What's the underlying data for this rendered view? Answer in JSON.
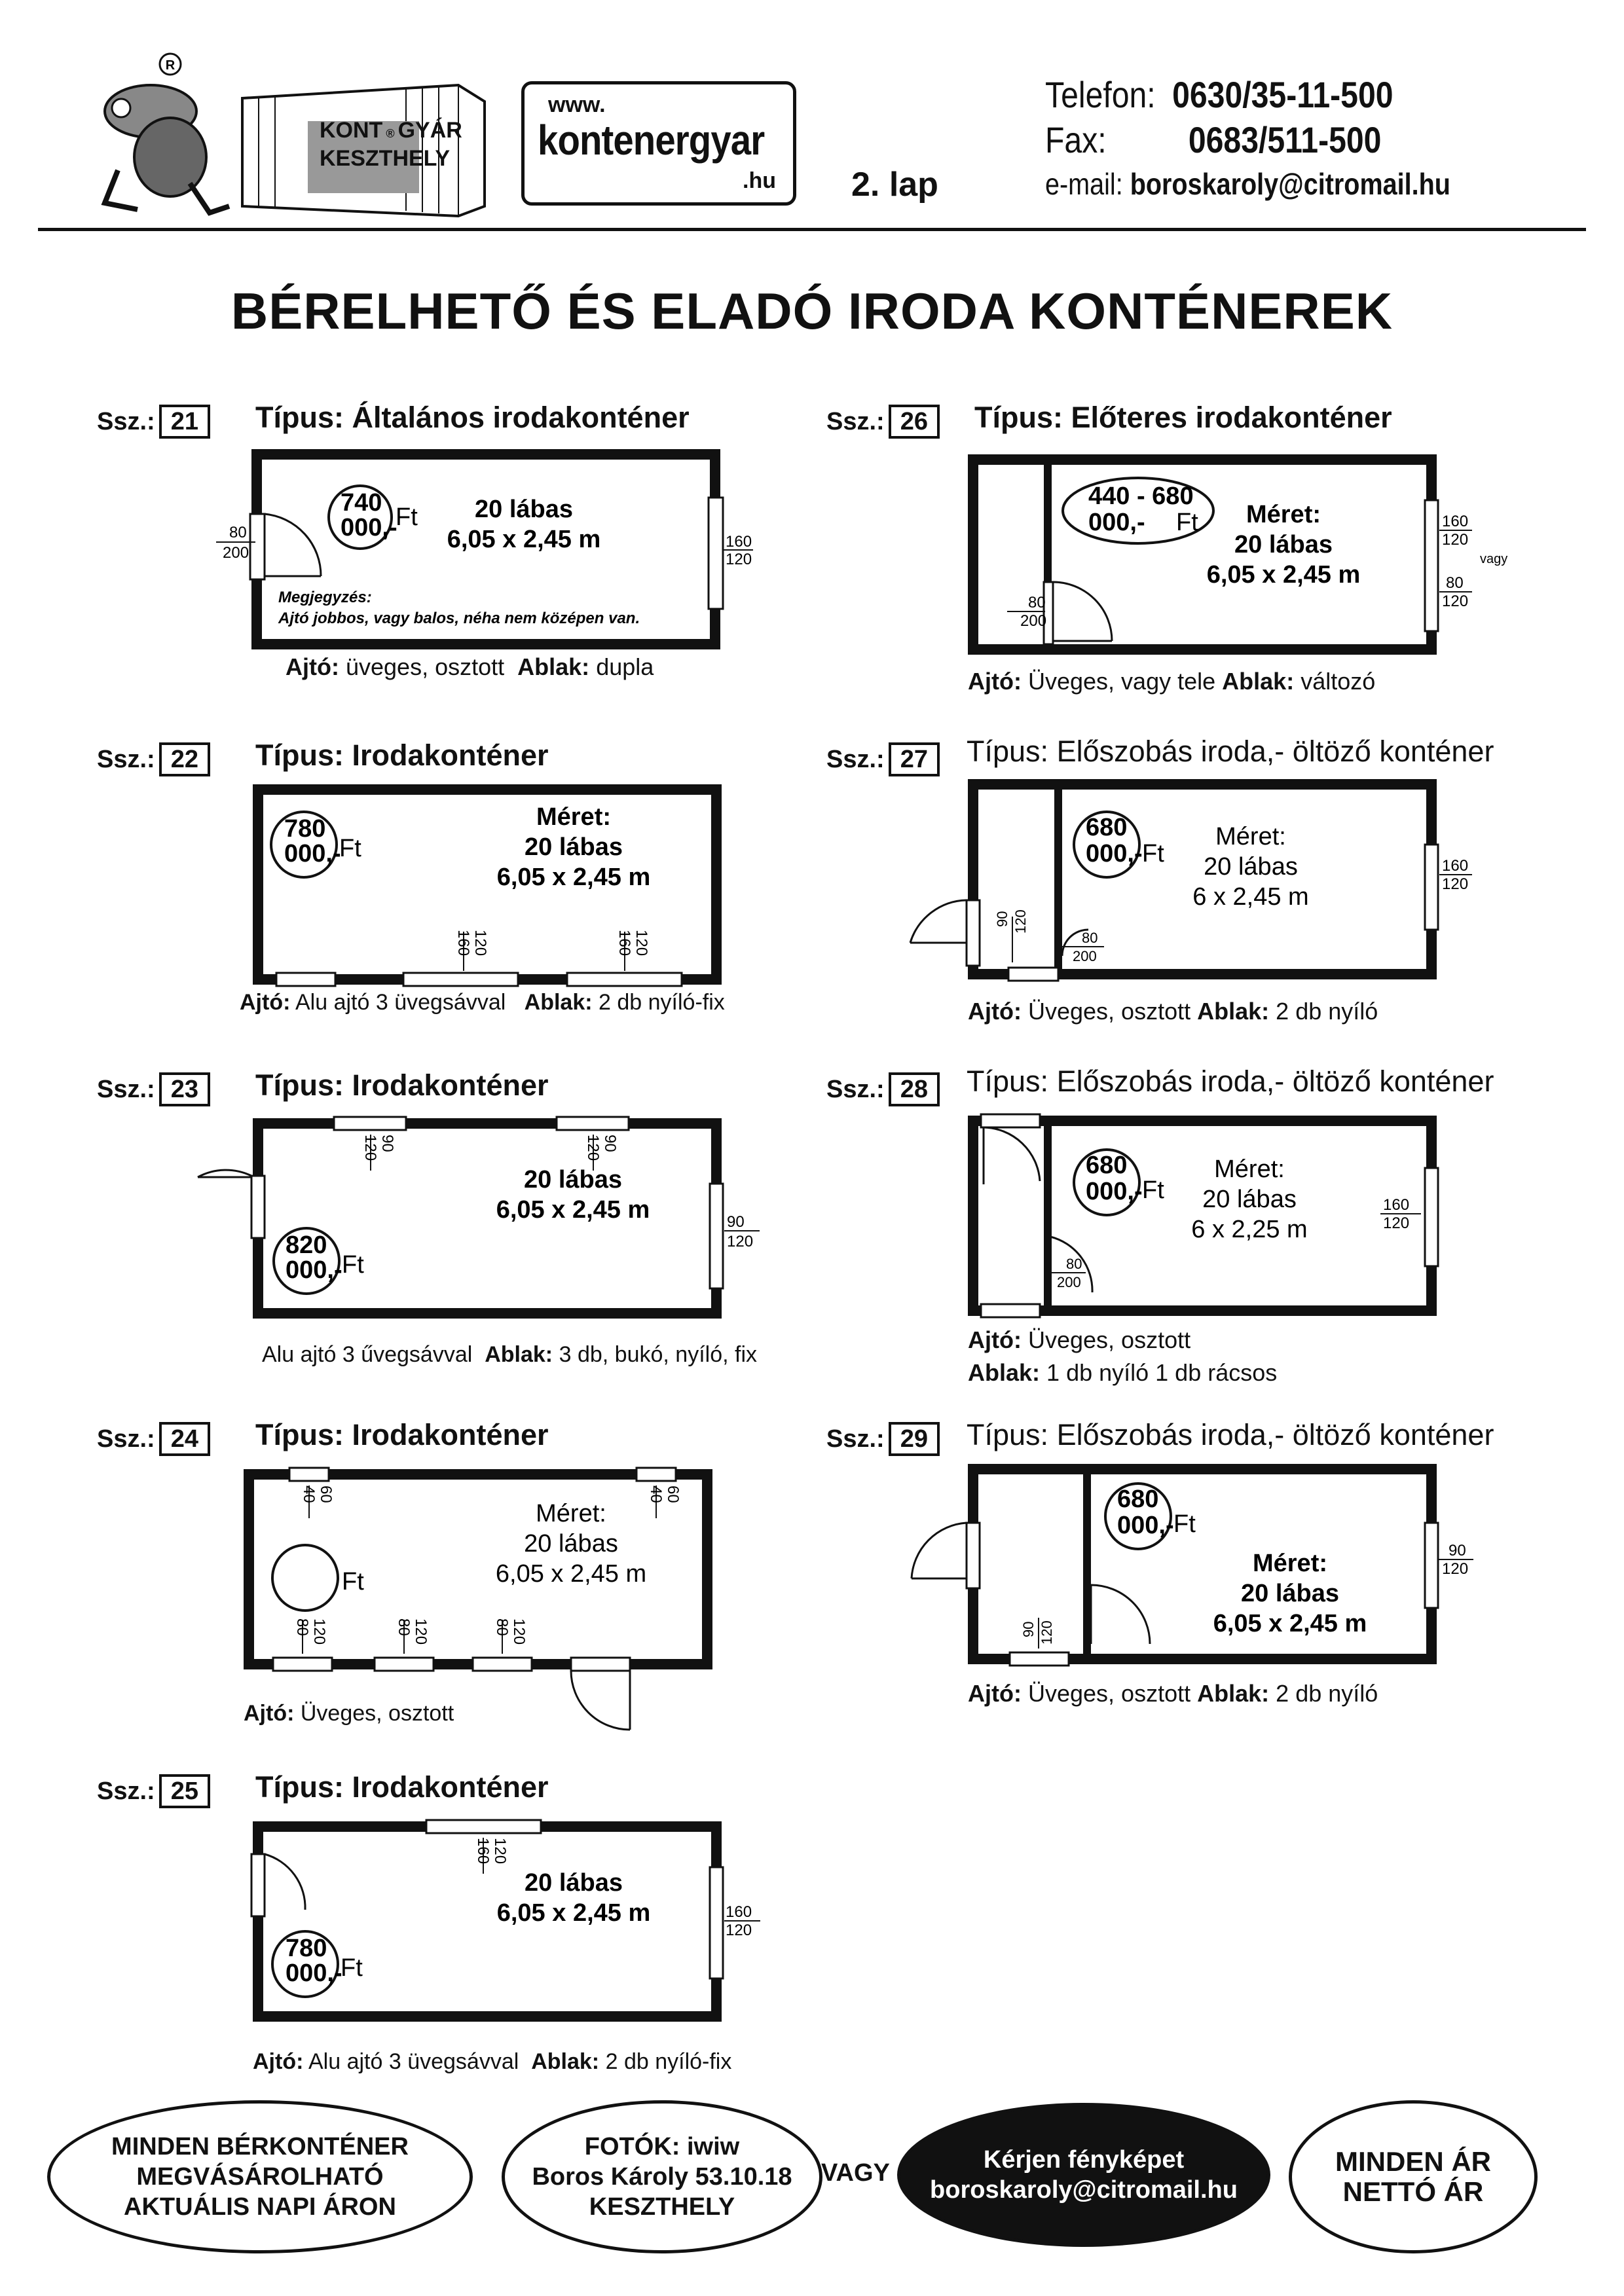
{
  "header": {
    "logo_line1": "KONT",
    "logo_line1b": "GYÁR",
    "logo_line2": "KESZTHELY",
    "logo_reg": "R",
    "web_www": "www.",
    "web_domain": "kontenergyar",
    "web_tld": ".hu",
    "page_label": "2. lap",
    "phone_label": "Telefon:",
    "phone_value": "0630/35-11-500",
    "fax_label": "Fax:",
    "fax_value": "0683/511-500",
    "email_label": "e-mail:",
    "email_value": "boroskaroly@citromail.hu"
  },
  "title": "BÉRELHETŐ ÉS ELADÓ IRODA KONTÉNEREK",
  "ssz_label": "Ssz.:",
  "tipus_label": "Típus:",
  "labels": {
    "ft": "Ft",
    "meret": "Méret:",
    "lab20": "20 lábas",
    "ajto": "Ajtó:",
    "ablak": "Ablak:",
    "megjegyzes": "Megjegyzés:"
  },
  "items": [
    {
      "ssz": "21",
      "tipus": "Általános irodakonténer",
      "price1": "740",
      "price2": "000,-",
      "dim": "6,05 x 2,45 m",
      "note": "Ajtó jobbos, vagy balos, néha nem középen van.",
      "door": "üveges, osztott",
      "window": "dupla"
    },
    {
      "ssz": "22",
      "tipus": "Irodakonténer",
      "price1": "780",
      "price2": "000,-",
      "dim": "6,05 x 2,45 m",
      "door": "Alu ajtó 3 üvegsávval",
      "window": "2 db nyíló-fix"
    },
    {
      "ssz": "23",
      "tipus": "Irodakonténer",
      "price1": "820",
      "price2": "000,-",
      "dim": "6,05 x 2,45 m",
      "door": "Alu ajtó 3 űvegsávval",
      "window": "3 db, bukó, nyíló, fix"
    },
    {
      "ssz": "24",
      "tipus": "Irodakonténer",
      "dim": "6,05 x 2,45 m",
      "door": "Üveges, osztott"
    },
    {
      "ssz": "25",
      "tipus": "Irodakonténer",
      "price1": "780",
      "price2": "000,-",
      "dim": "6,05 x 2,45 m",
      "door": "Alu ajtó 3 üvegsávval",
      "window": "2 db nyíló-fix"
    },
    {
      "ssz": "26",
      "tipus": "Előteres irodakonténer",
      "price1": "440 - 680",
      "price2": "000,-",
      "dim": "6,05 x 2,45 m",
      "door": "Üveges, vagy tele",
      "window": "változó",
      "vagy": "vagy"
    },
    {
      "ssz": "27",
      "tipus": "Előszobás iroda,- öltöző konténer",
      "price1": "680",
      "price2": "000,-",
      "dim": "6 x 2,45 m",
      "door": "Üveges, osztott",
      "window": "2 db nyíló"
    },
    {
      "ssz": "28",
      "tipus": "Előszobás iroda,- öltöző konténer",
      "price1": "680",
      "price2": "000,-",
      "dim": "6 x 2,25 m",
      "door": "Üveges, osztott",
      "window": "1 db nyíló 1 db rácsos"
    },
    {
      "ssz": "29",
      "tipus": "Előszobás iroda,- öltöző konténer",
      "price1": "680",
      "price2": "000,-",
      "dim": "6,05 x 2,45 m",
      "door": "Üveges, osztott",
      "window": "2 db nyíló"
    }
  ],
  "dims": {
    "d80": "80",
    "d200": "200",
    "d160": "160",
    "d120": "120",
    "d90": "90",
    "d40": "40",
    "d60": "60"
  },
  "footer": {
    "oval1_l1": "MINDEN BÉRKONTÉNER",
    "oval1_l2": "MEGVÁSÁROLHATÓ",
    "oval1_l3": "AKTUÁLIS NAPI ÁRON",
    "oval2_l1": "FOTÓK: iwiw",
    "oval2_l2": "Boros Károly 53.10.18",
    "oval2_l3": "KESZTHELY",
    "vagy": "VAGY",
    "oval3_l1": "Kérjen fényképet",
    "oval3_l2": "boroskaroly@citromail.hu",
    "oval4_l1": "MINDEN ÁR",
    "oval4_l2": "NETTÓ ÁR"
  }
}
